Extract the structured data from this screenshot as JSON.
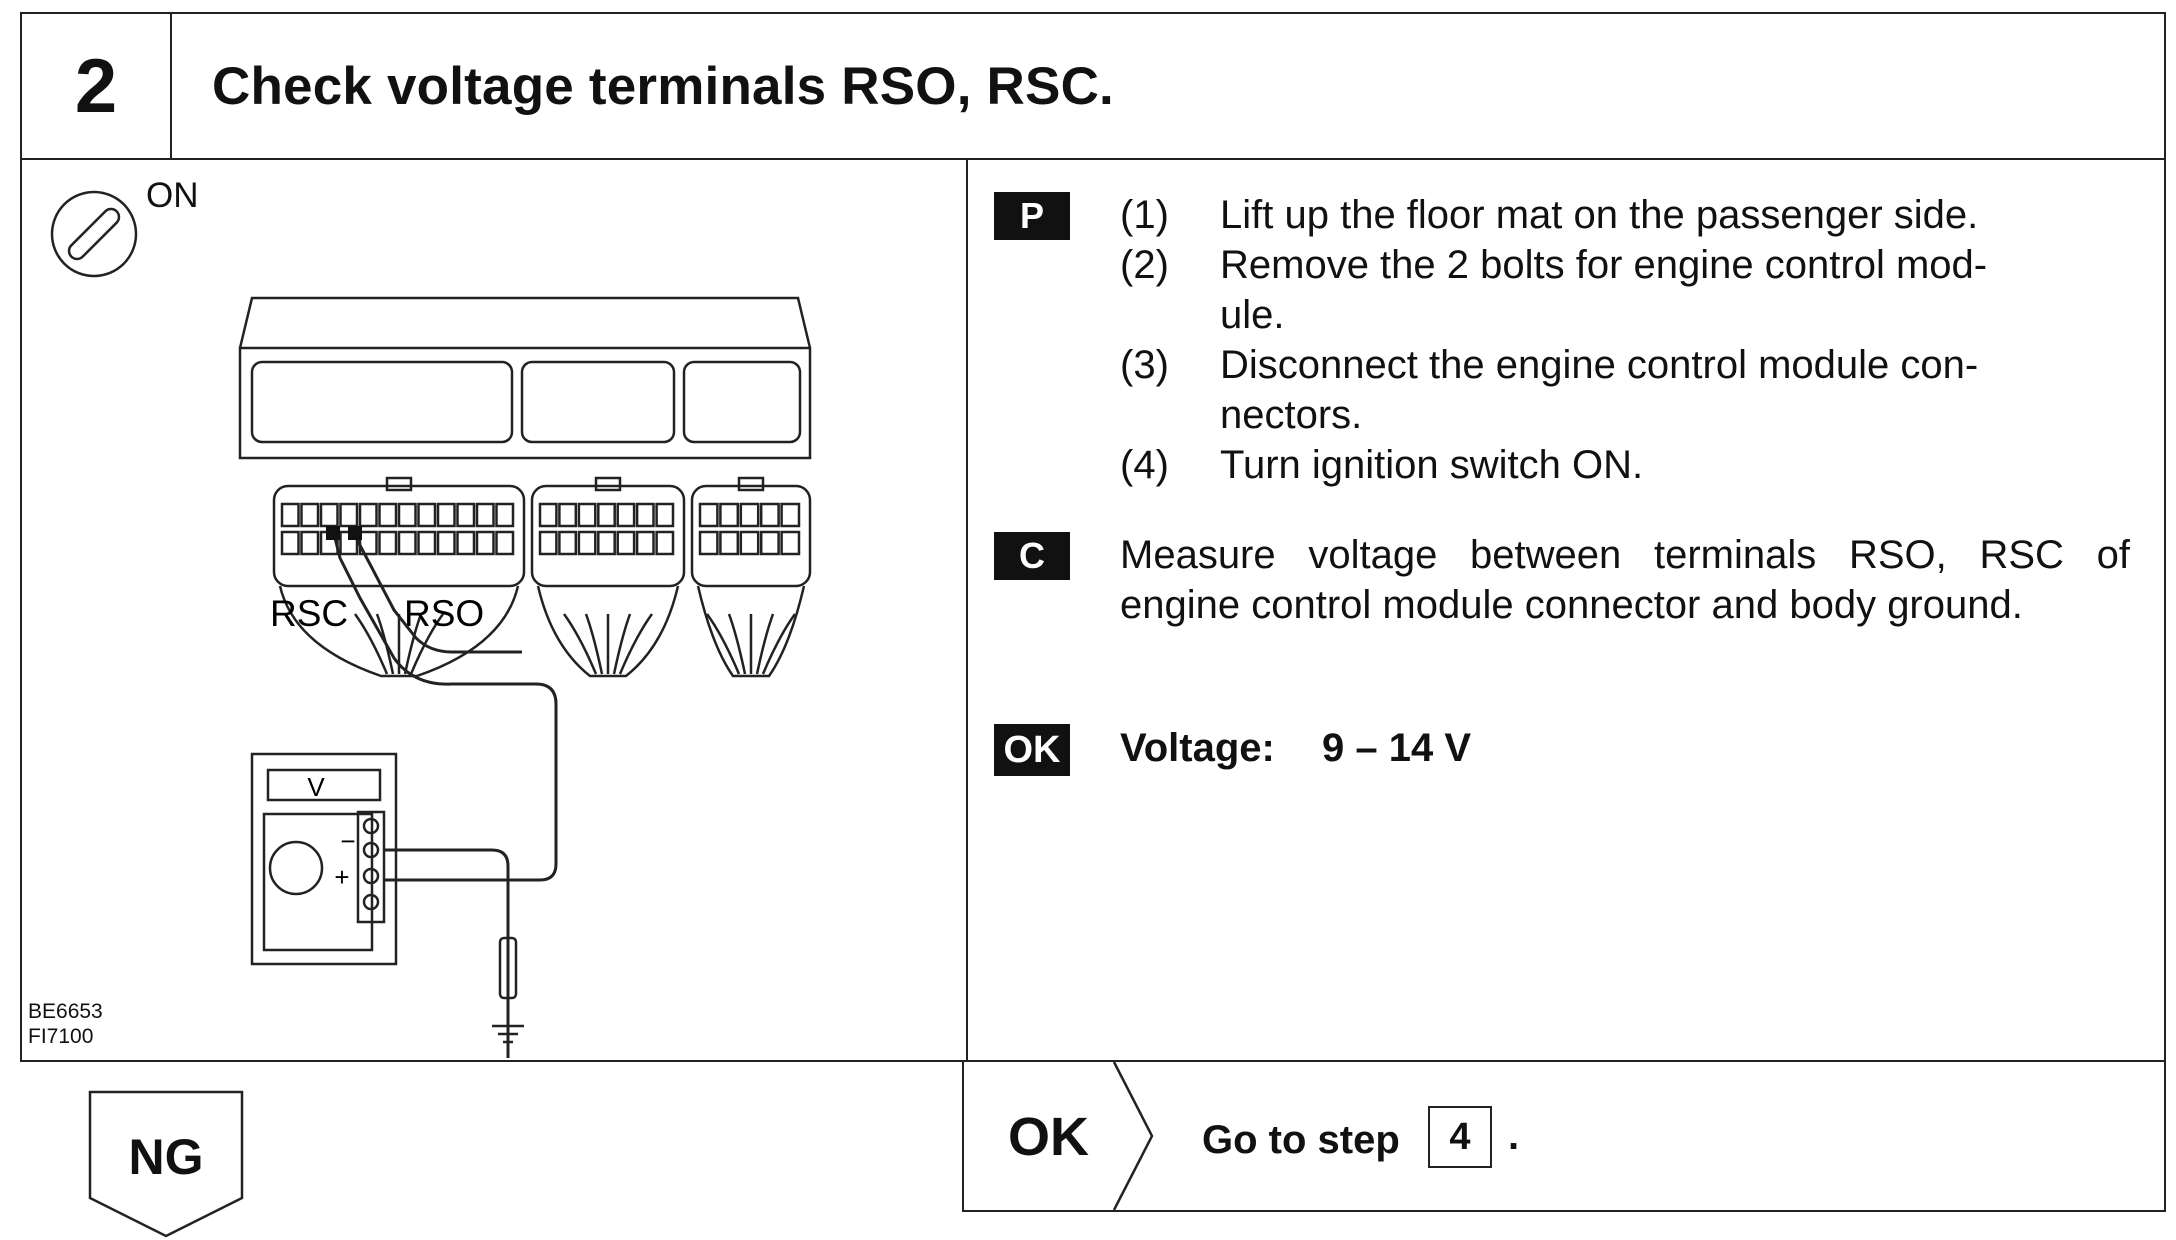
{
  "step": {
    "number": "2",
    "title": "Check voltage terminals RSO, RSC."
  },
  "figure": {
    "ignition_state": "ON",
    "label_rsc": "RSC",
    "label_rso": "RSO",
    "meter_label": "V",
    "minus": "−",
    "plus": "+",
    "codes": [
      "BE6653",
      "FI7100"
    ]
  },
  "procedure": {
    "tag": "P",
    "steps": [
      {
        "num": "(1)",
        "lines": [
          "Lift up the floor mat on the passenger side."
        ]
      },
      {
        "num": "(2)",
        "lines": [
          "Remove the 2 bolts for engine control mod-",
          "ule."
        ]
      },
      {
        "num": "(3)",
        "lines": [
          "Disconnect the engine control module con-",
          "nectors."
        ]
      },
      {
        "num": "(4)",
        "lines": [
          "Turn ignition switch ON."
        ]
      }
    ]
  },
  "check": {
    "tag": "C",
    "text": "Measure voltage between terminals RSO, RSC of engine control module connector and body ground."
  },
  "spec": {
    "tag": "OK",
    "label": "Voltage:",
    "value": "9 – 14 V"
  },
  "result_ok": {
    "label": "OK",
    "goto_text": "Go to step",
    "goto_step": "4",
    "period": "."
  },
  "result_ng": {
    "label": "NG"
  }
}
